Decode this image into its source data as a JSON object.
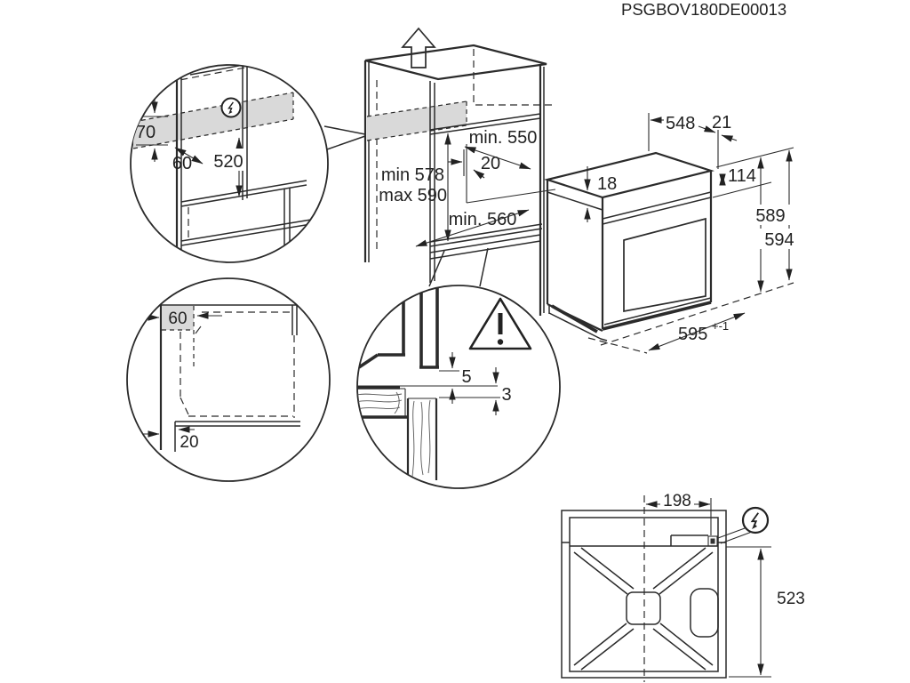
{
  "title": "PSGBOV180DE00013",
  "colors": {
    "line": "#2b2b2b",
    "shade": "#d9d9d9",
    "background": "#ffffff"
  },
  "detail_electrical_top": {
    "height": "70",
    "depth": "60",
    "distance_below": "520"
  },
  "cabinet": {
    "depth_label": "min. 550",
    "offset_label": "20",
    "height_min_label": "min 578",
    "height_max_label": "max 590",
    "width_label": "min. 560"
  },
  "oven": {
    "depth": "548",
    "front_overhang": "21",
    "top_clearance": "18",
    "panel_height": "114",
    "height_body": "589",
    "height_total": "594",
    "width": "595",
    "width_tolerance": "+-1"
  },
  "detail_corner_top_view": {
    "wall_offset": "60",
    "front_offset": "20"
  },
  "detail_door_gap": {
    "gap_top": "5",
    "gap_bottom": "3"
  },
  "back_view": {
    "connection_offset": "198",
    "height": "523"
  },
  "icons": {
    "electrical": "lightning-bolt-in-circle",
    "warning": "exclamation-triangle",
    "direction": "up-arrow"
  }
}
